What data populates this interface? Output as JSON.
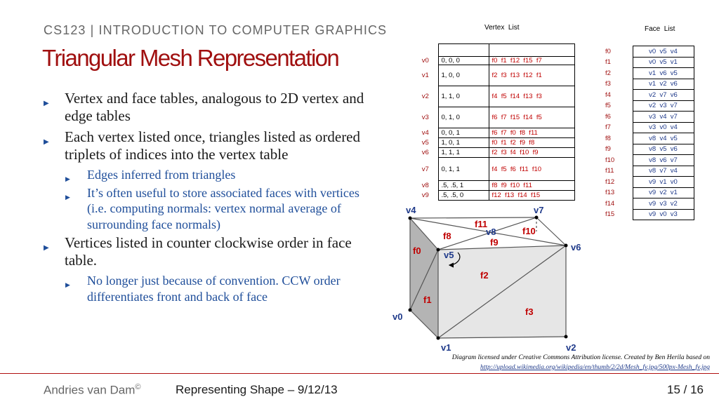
{
  "header": {
    "course": "CS123 | INTRODUCTION TO COMPUTER GRAPHICS",
    "title": "Triangular Mesh Representation"
  },
  "bullets": [
    {
      "level": 1,
      "text": "Vertex and face tables, analogous to 2D vertex and edge tables"
    },
    {
      "level": 1,
      "text": "Each vertex listed once, triangles listed as ordered triplets of indices into the vertex table"
    },
    {
      "level": 2,
      "text": "Edges inferred from triangles"
    },
    {
      "level": 2,
      "text": "It’s often useful to store associated faces with vertices  (i.e. computing normals: vertex normal average of surrounding face normals)"
    },
    {
      "level": 1,
      "text": "Vertices listed in counter clockwise order in face table."
    },
    {
      "level": 2,
      "text": "No longer just because of convention.  CCW order differentiates front and back of face"
    }
  ],
  "vertex_list": {
    "title": "Vertex  List",
    "rows": [
      {
        "id": "v0",
        "coords": "0, 0, 0",
        "faces": "f0  f1  f12  f15  f7"
      },
      {
        "id": "v1",
        "coords": "1, 0, 0",
        "faces": "f2  f3  f13  f12  f1"
      },
      {
        "id": "v2",
        "coords": "1, 1, 0",
        "faces": "f4  f5  f14  f13  f3"
      },
      {
        "id": "v3",
        "coords": "0, 1, 0",
        "faces": "f6  f7  f15  f14  f5"
      },
      {
        "id": "v4",
        "coords": "0, 0, 1",
        "faces": "f6  f7  f0  f8  f11"
      },
      {
        "id": "v5",
        "coords": "1, 0, 1",
        "faces": "f0  f1  f2  f9  f8"
      },
      {
        "id": "v6",
        "coords": "1, 1, 1",
        "faces": "f2  f3  f4  f10  f9"
      },
      {
        "id": "v7",
        "coords": "0, 1, 1",
        "faces": "f4  f5  f6  f11  f10"
      },
      {
        "id": "v8",
        "coords": ".5, .5, 1",
        "faces": "f8  f9  f10  f11"
      },
      {
        "id": "v9",
        "coords": ".5, .5, 0",
        "faces": "f12  f13  f14  f15"
      }
    ]
  },
  "face_list": {
    "title": "Face  List",
    "rows": [
      {
        "id": "f0",
        "verts": "v0  v5  v4"
      },
      {
        "id": "f1",
        "verts": "v0  v5  v1"
      },
      {
        "id": "f2",
        "verts": "v1  v6  v5"
      },
      {
        "id": "f3",
        "verts": "v1  v2  v6"
      },
      {
        "id": "f4",
        "verts": "v2  v7  v6"
      },
      {
        "id": "f5",
        "verts": "v2  v3  v7"
      },
      {
        "id": "f6",
        "verts": "v3  v4  v7"
      },
      {
        "id": "f7",
        "verts": "v3  v0  v4"
      },
      {
        "id": "f8",
        "verts": "v8  v4  v5"
      },
      {
        "id": "f9",
        "verts": "v8  v5  v6"
      },
      {
        "id": "f10",
        "verts": "v8  v6  v7"
      },
      {
        "id": "f11",
        "verts": "v8  v7  v4"
      },
      {
        "id": "f12",
        "verts": "v9  v1  v0"
      },
      {
        "id": "f13",
        "verts": "v9  v2  v1"
      },
      {
        "id": "f14",
        "verts": "v9  v3  v2"
      },
      {
        "id": "f15",
        "verts": "v9  v0  v3"
      }
    ]
  },
  "diagram": {
    "vertex_labels": {
      "v4": "v4",
      "v7": "v7",
      "v8": "v8",
      "v6": "v6",
      "v5": "v5",
      "v0": "v0",
      "v1": "v1",
      "v2": "v2"
    },
    "face_labels": {
      "f11": "f11",
      "f8": "f8",
      "f10": "f10",
      "f9": "f9",
      "f0": "f0",
      "f2": "f2",
      "f1": "f1",
      "f3": "f3"
    }
  },
  "credit": {
    "line1": "Diagram licensed under Creative Commons  Attribution license. Created by Ben Herila based on",
    "url": "http://upload.wikimedia.org/wikipedia/en/thumb/2/2d/Mesh_fv.jpg/500px-Mesh_fv.jpg"
  },
  "footer": {
    "author": "Andries van Dam",
    "copyright": "©",
    "title": "Representing Shape – 9/12/13",
    "page": "15 / 16"
  },
  "colors": {
    "title_red": "#a01010",
    "accent_blue": "#1f4e9a",
    "face_red": "#c00000"
  }
}
